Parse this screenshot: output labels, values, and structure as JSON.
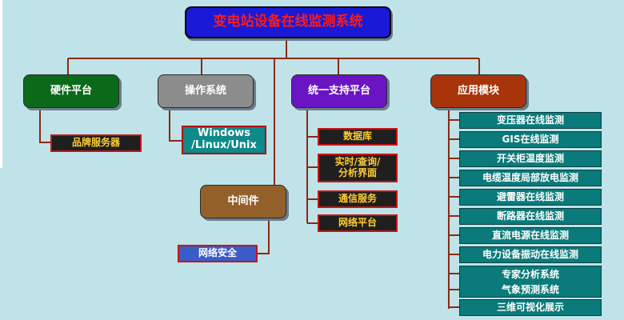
{
  "root": {
    "title": "变电站设备在线监测系统"
  },
  "categories": {
    "hardware": "硬件平台",
    "os": "操作系统",
    "support": "统一支持平台",
    "apps": "应用模块",
    "middleware": "中间件"
  },
  "hardware_items": [
    "品牌服务器"
  ],
  "os_items": [
    "Windows",
    "/Linux/Unix"
  ],
  "middleware_items": [
    "网络安全"
  ],
  "support_items": [
    "数据库",
    "实时/查询/",
    "分析界面",
    "通信服务",
    "网络平台"
  ],
  "app_items": [
    "变压器在线监测",
    "GIS在线监测",
    "开关柜温度监测",
    "电缆温度局部放电监测",
    "避雷器在线监测",
    "断路器在线监测",
    "直流电源在线监测",
    "电力设备振动在线监测",
    "专家分析系统",
    "气象预测系统",
    "三维可视化展示"
  ],
  "colors": {
    "background": "#bfe3e8",
    "connector": "#8b2a14",
    "root_fill": "#1a1ad6",
    "root_text": "#ff1a1a",
    "hardware_fill": "#0b6a1a",
    "os_fill": "#8c8c8c",
    "support_fill": "#6a14c4",
    "apps_fill": "#a8340c",
    "middleware_fill": "#94602a",
    "leaf_fill": "#1f1f1f",
    "leaf_text": "#ffcc33",
    "app_item_fill": "#0b7a7a"
  }
}
